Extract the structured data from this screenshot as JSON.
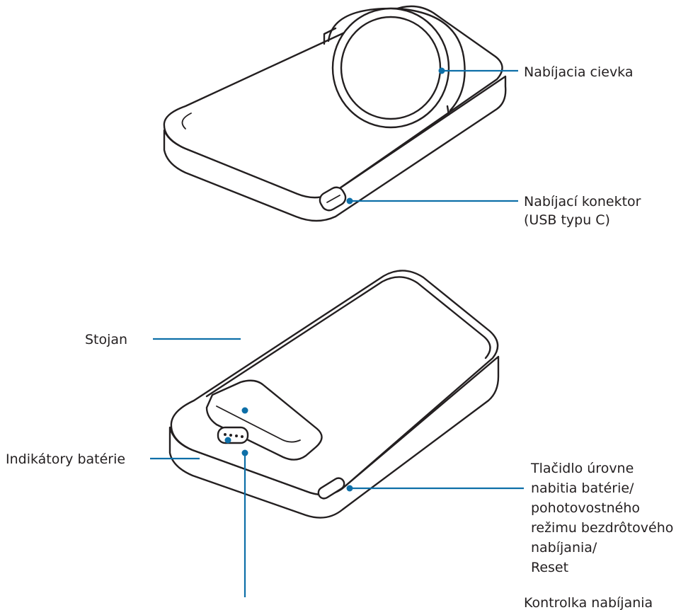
{
  "callouts": {
    "coil": "Nabíjacia cievka",
    "connector_line1": "Nabíjací konektor",
    "connector_line2": "(USB typu C)",
    "stand": "Stojan",
    "battery_indicators": "Indikátory batérie",
    "button_line1": "Tlačidlo úrovne",
    "button_line2": "nabitia batérie/",
    "button_line3": "pohotovostného",
    "button_line4": "režimu bezdrôtového",
    "button_line5": "nabíjania/",
    "button_line6": "Reset",
    "charging_light": "Kontrolka nabíjania"
  },
  "colors": {
    "leader": "#0d6fa8",
    "outline": "#231f20"
  }
}
